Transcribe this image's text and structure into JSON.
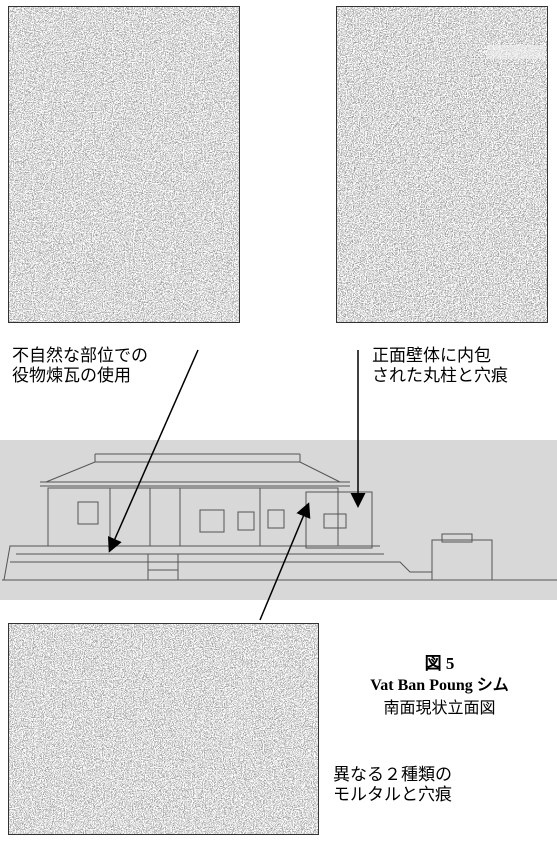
{
  "photos": {
    "top_left": {
      "alt": "photo-top-left"
    },
    "top_right": {
      "alt": "photo-top-right"
    },
    "bottom_left": {
      "alt": "photo-bottom-left"
    }
  },
  "captions": {
    "left_line1": "不自然な部位での",
    "left_line2": "役物煉瓦の使用",
    "right_line1": "正面壁体に内包",
    "right_line2": "された丸柱と穴痕",
    "bottom_line1": "異なる２種類の",
    "bottom_line2": "モルタルと穴痕"
  },
  "figure": {
    "number": "図 5",
    "title": "Vat Ban Poung シム",
    "subtitle": "南面現状立面図"
  },
  "colors": {
    "band": "#d8d8d8",
    "line": "#444444"
  }
}
